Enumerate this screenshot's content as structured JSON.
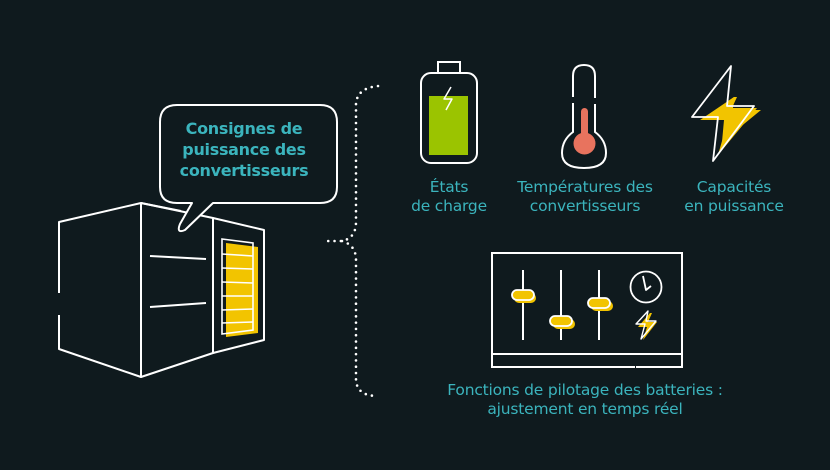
{
  "colors": {
    "background": "#0f1a1e",
    "text_accent": "#3bb4bd",
    "stroke": "#ffffff",
    "yellow": "#f2c400",
    "green": "#9bc400",
    "thermo_red": "#e8735e"
  },
  "bubble": {
    "line1": "Consignes de",
    "line2": "puissance des",
    "line3": "convertisseurs"
  },
  "items": [
    {
      "icon": "battery-icon",
      "line1": "États",
      "line2": "de charge"
    },
    {
      "icon": "thermometer-icon",
      "line1": "Températures des",
      "line2": "convertisseurs"
    },
    {
      "icon": "lightning-icon",
      "line1": "Capacités",
      "line2": "en puissance"
    }
  ],
  "control_panel": {
    "icon": "control-panel-icon",
    "line1": "Fonctions de pilotage des batteries :",
    "line2": "ajustement en temps réel"
  }
}
